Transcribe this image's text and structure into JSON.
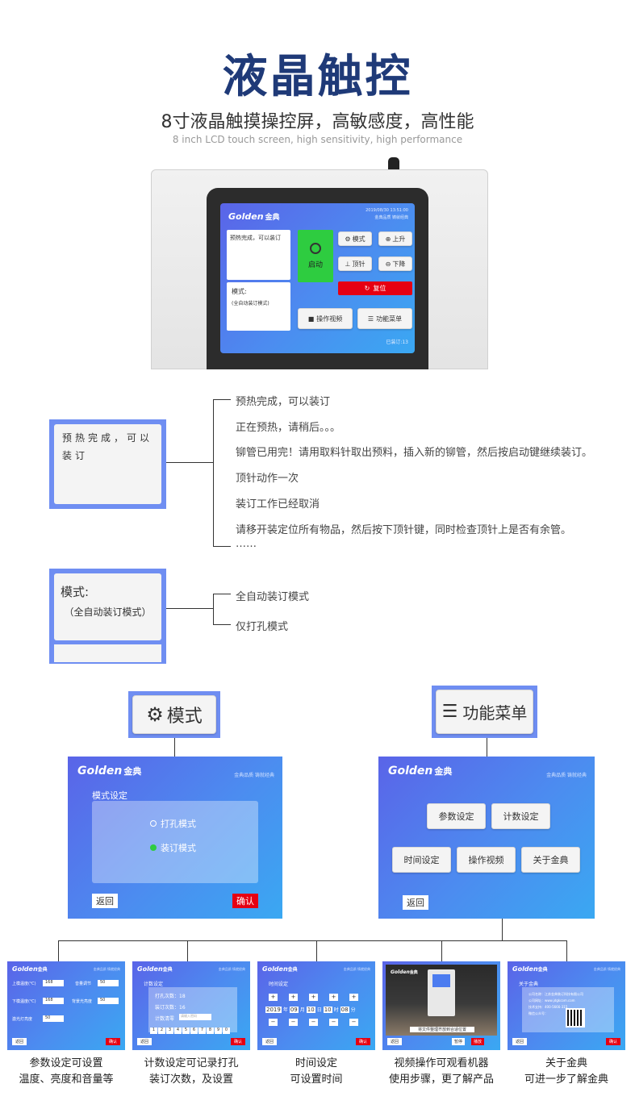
{
  "header": {
    "title": "液晶触控",
    "subtitle_cn": "8寸液晶触摸操控屏，高敏感度，高性能",
    "subtitle_en": "8 inch LCD touch screen, high sensitivity, high performance"
  },
  "device": {
    "brand": "Golden",
    "brand_cn": "金典",
    "datetime": "2019/08/30  13:51:00",
    "slogan": "金典品质 铸就经典",
    "message": "预热完成，可以装订",
    "mode_label": "模式:",
    "mode_value": "(全自动装订模式)",
    "start": "启动",
    "btn_mode": "模式",
    "btn_up": "上升",
    "btn_pin": "顶针",
    "btn_down": "下降",
    "btn_reset": "复位",
    "btn_video": "操作视频",
    "btn_menu": "功能菜单",
    "count": "已装订:13"
  },
  "message_panel": {
    "text": "预热完成，可以装订",
    "items": [
      "预热完成，可以装订",
      "正在预热，请稍后。。。",
      "铆管已用完！请用取料针取出预料，插入新的铆管，然后按启动键继续装订。",
      "顶针动作一次",
      "装订工作已经取消",
      "请移开装定位所有物品，然后按下顶针键，同时检查顶针上是否有余管。",
      "……"
    ]
  },
  "mode_panel": {
    "label": "模式:",
    "value": "（全自动装订模式）",
    "items": [
      "全自动装订模式",
      "仅打孔模式"
    ]
  },
  "mode_button": {
    "label": "模式"
  },
  "menu_button": {
    "label": "功能菜单"
  },
  "mode_screen": {
    "brand": "Golden",
    "brand_cn": "金典",
    "slogan": "金典品质 铸就经典",
    "title": "模式设定",
    "opt1": "打孔模式",
    "opt2": "装订模式",
    "back": "返回",
    "confirm": "确认"
  },
  "menu_screen": {
    "brand": "Golden",
    "brand_cn": "金典",
    "slogan": "金典品质 铸就经典",
    "b1": "参数设定",
    "b2": "计数设定",
    "b3": "时间设定",
    "b4": "操作视频",
    "b5": "关于金典",
    "back": "返回"
  },
  "thumbs": {
    "brand": "Golden",
    "brand_cn": "金典",
    "slogan": "金典品质 铸就经典",
    "back": "返回",
    "confirm": "确认",
    "param": {
      "upper": "上模温度(℃)",
      "upper_val": "168",
      "volume": "音量调节",
      "volume_val": "50",
      "lower": "下模温度(℃)",
      "lower_val": "168",
      "backlight": "背景光亮度",
      "backlight_val": "50",
      "laser": "激光灯亮度",
      "laser_val": "50"
    },
    "count": {
      "title": "计数设定",
      "punch": "打孔次数：18",
      "bind": "装订次数：16",
      "clear": "计数清零",
      "pwd": "请输入密码",
      "keys": [
        "1",
        "2",
        "3",
        "4",
        "5",
        "6",
        "7",
        "8",
        "9",
        "0"
      ]
    },
    "time": {
      "title": "时间设定",
      "plus": "+",
      "minus": "−",
      "values": [
        "2019",
        "年",
        "09",
        "月",
        "10",
        "日",
        "10",
        "时",
        "08",
        "分"
      ]
    },
    "video": {
      "caption": "将文件整理齐放到合适位置",
      "pause": "暂停",
      "play": "播放"
    },
    "about": {
      "title": "关于金典",
      "l1": "公司名称：江苏金典装订科技有限公司",
      "l2": "公司网址：www.jdgkcom.com",
      "l3": "技术支持：400-5666-315",
      "l4": "微信公众号："
    }
  },
  "captions": [
    {
      "l1": "参数设定可设置",
      "l2": "温度、亮度和音量等"
    },
    {
      "l1": "计数设定可记录打孔",
      "l2": "装订次数，及设置"
    },
    {
      "l1": "时间设定",
      "l2": "可设置时间"
    },
    {
      "l1": "视频操作可观看机器",
      "l2": "使用步骤，更了解产品"
    },
    {
      "l1": "关于金典",
      "l2": "可进一步了解金典"
    }
  ]
}
